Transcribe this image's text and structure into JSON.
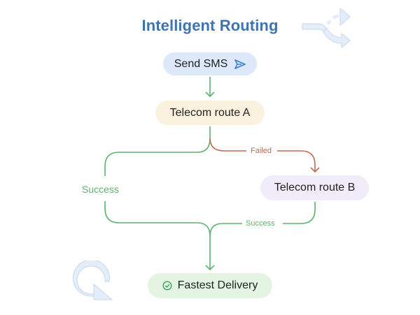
{
  "title": "Intelligent Routing",
  "nodes": {
    "send_sms": {
      "label": "Send SMS",
      "icon": "send-icon"
    },
    "route_a": {
      "label": "Telecom route A"
    },
    "route_b": {
      "label": "Telecom route B"
    },
    "fastest": {
      "label": "Fastest Delivery",
      "icon": "check-circle-icon"
    }
  },
  "edges": {
    "success_left": "Success",
    "failed": "Failed",
    "success_right": "Success"
  },
  "colors": {
    "title": "#3f74b1",
    "success": "#5cb36f",
    "failed": "#c46a4e",
    "send_bg": "#dde9fb",
    "route_a_bg": "#fbf1df",
    "route_b_bg": "#f0ecf9",
    "fastest_bg": "#e3f4e3",
    "decor": "#dbe7f7"
  },
  "decorations": [
    "split-arrows-icon",
    "refresh-icon"
  ]
}
